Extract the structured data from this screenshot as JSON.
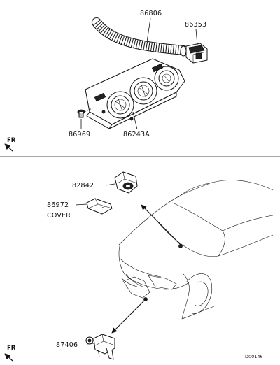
{
  "labels": {
    "p86806": "86806",
    "p86353": "86353",
    "p86969": "86969",
    "p86243a": "86243A",
    "p82842": "82842",
    "p86972": "86972",
    "cover": "COVER",
    "p87406": "87406",
    "fr_top": "FR",
    "fr_bottom": "FR",
    "diagram_code": "D00146"
  }
}
